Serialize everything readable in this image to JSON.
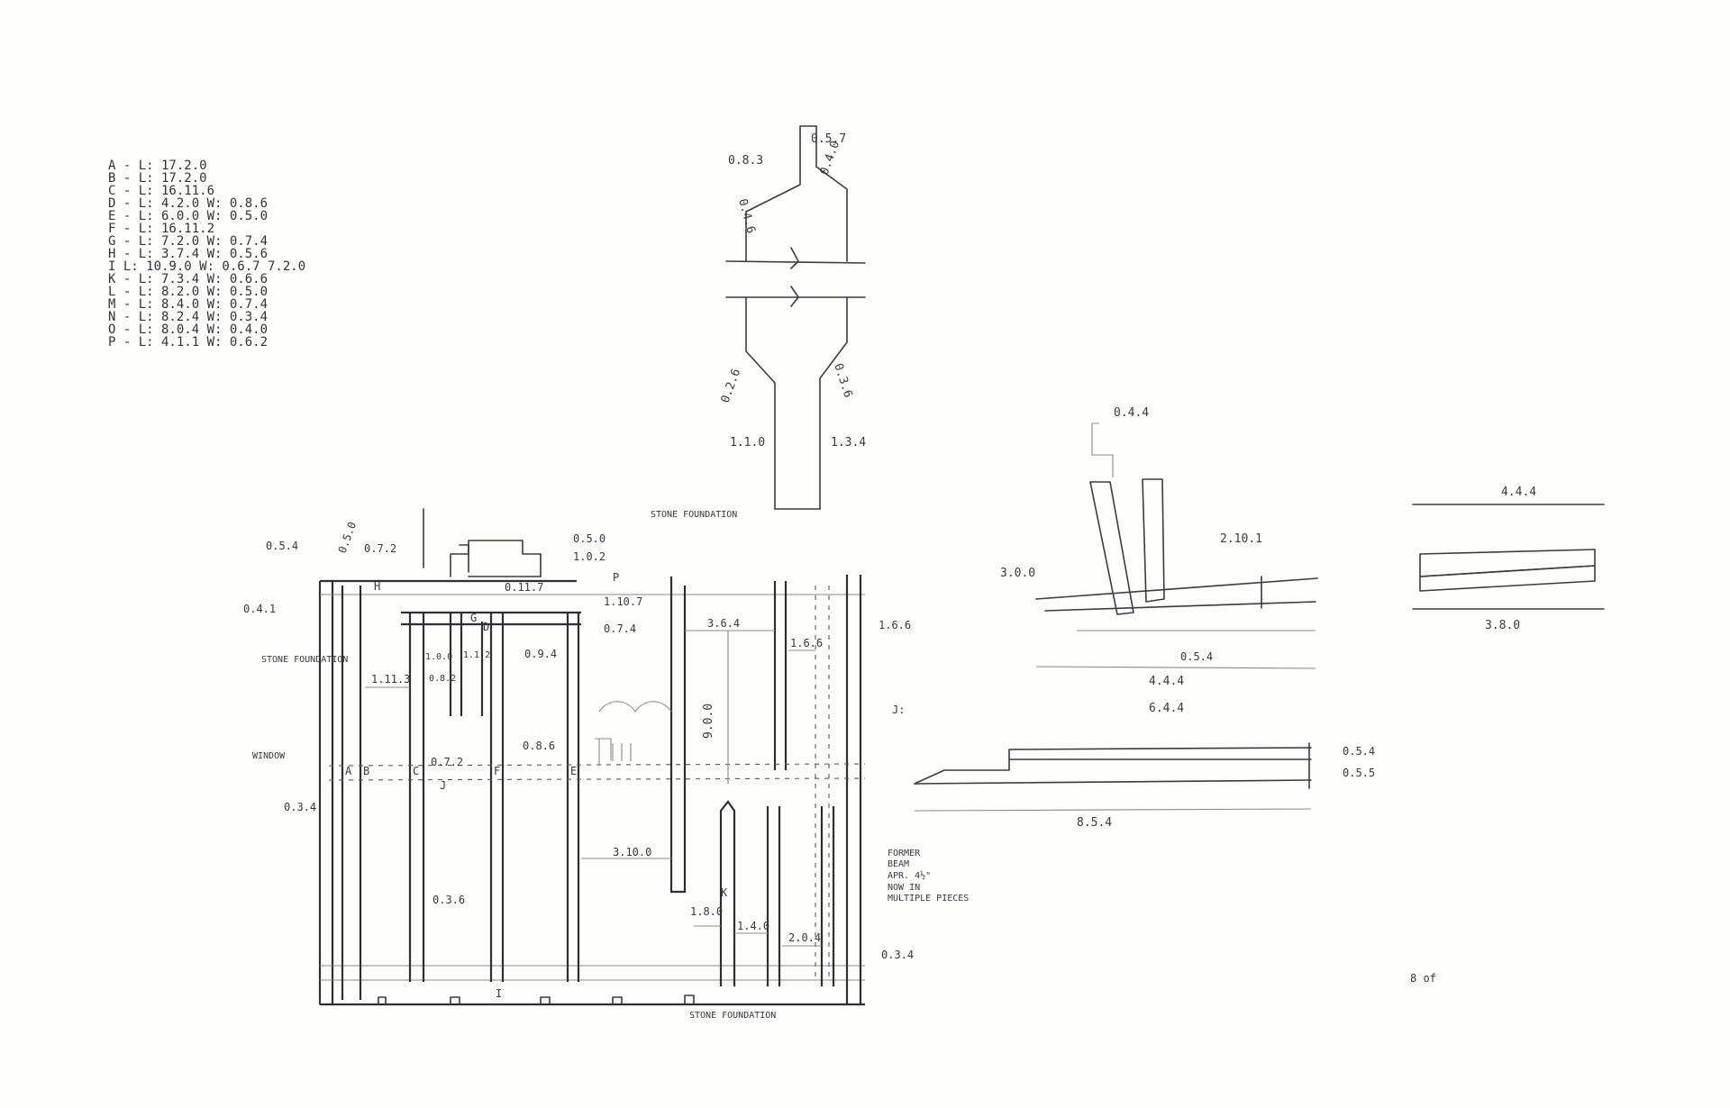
{
  "legend": [
    "A - L: 17.2.0",
    "B - L: 17.2.0",
    "C - L: 16.11.6",
    "D - L: 4.2.0   W: 0.8.6",
    "E - L: 6.0.0   W: 0.5.0",
    "F - L: 16.11.2",
    "G - L: 7.2.0   W: 0.7.4",
    "H - L: 3.7.4   W: 0.5.6",
    "I  L: 10.9.0  W: 0.6.7   7.2.0",
    "K - L: 7.3.4   W: 0.6.6",
    "L - L: 8.2.0   W: 0.5.0",
    "M - L: 8.4.0   W: 0.7.4",
    "N - L: 8.2.4   W: 0.3.4",
    "O - L: 8.0.4   W: 0.4.0",
    "P - L: 4.1.1   W: 0.6.2"
  ],
  "profile_section": {
    "dims": [
      "0.8.3",
      "0.5.7",
      "0.4.6",
      "0.4.0",
      "0.2.6",
      "0.3.6",
      "1.1.0",
      "1.3.4"
    ]
  },
  "joint_detail": {
    "dims": [
      "0.4.4",
      "2.10.1",
      "3.0.0",
      "0.5.4",
      "4.4.4",
      "6.4.4"
    ]
  },
  "board_detail": {
    "dims": [
      "4.4.4",
      "3.8.0"
    ]
  },
  "beam_section": {
    "label": "J:",
    "dims": [
      "0.5.4",
      "0.5.5",
      "8.5.4"
    ]
  },
  "plan": {
    "notes": {
      "stone_foundation_top": "STONE FOUNDATION",
      "stone_foundation_left": "STONE FOUNDATION",
      "stone_foundation_bottom": "STONE FOUNDATION",
      "window": "WINDOW",
      "former_beam": [
        "FORMER",
        "BEAM",
        "APR. 4½\"",
        "NOW IN",
        "MULTIPLE PIECES"
      ]
    },
    "letters": [
      "A",
      "B",
      "C",
      "D",
      "E",
      "F",
      "G",
      "H",
      "I",
      "J",
      "K",
      "P"
    ],
    "dims": [
      "0.5.4",
      "0.5.0",
      "0.7.2",
      "0.5.0",
      "1.0.2",
      "0.11.7",
      "1.10.7",
      "0.7.4",
      "0.4.1",
      "0.9.4",
      "1.0.0",
      "1.1.2",
      "0.8.2",
      "1.11.3",
      "0.7.2",
      "0.8.6",
      "3.6.4",
      "9.0.0",
      "1.6.6",
      "1.6.6",
      "0.3.4",
      "3.10.0",
      "0.3.6",
      "1.8.0",
      "1.4.0",
      "2.0.4",
      "0.3.4"
    ]
  },
  "sheet_mark": "8 of"
}
